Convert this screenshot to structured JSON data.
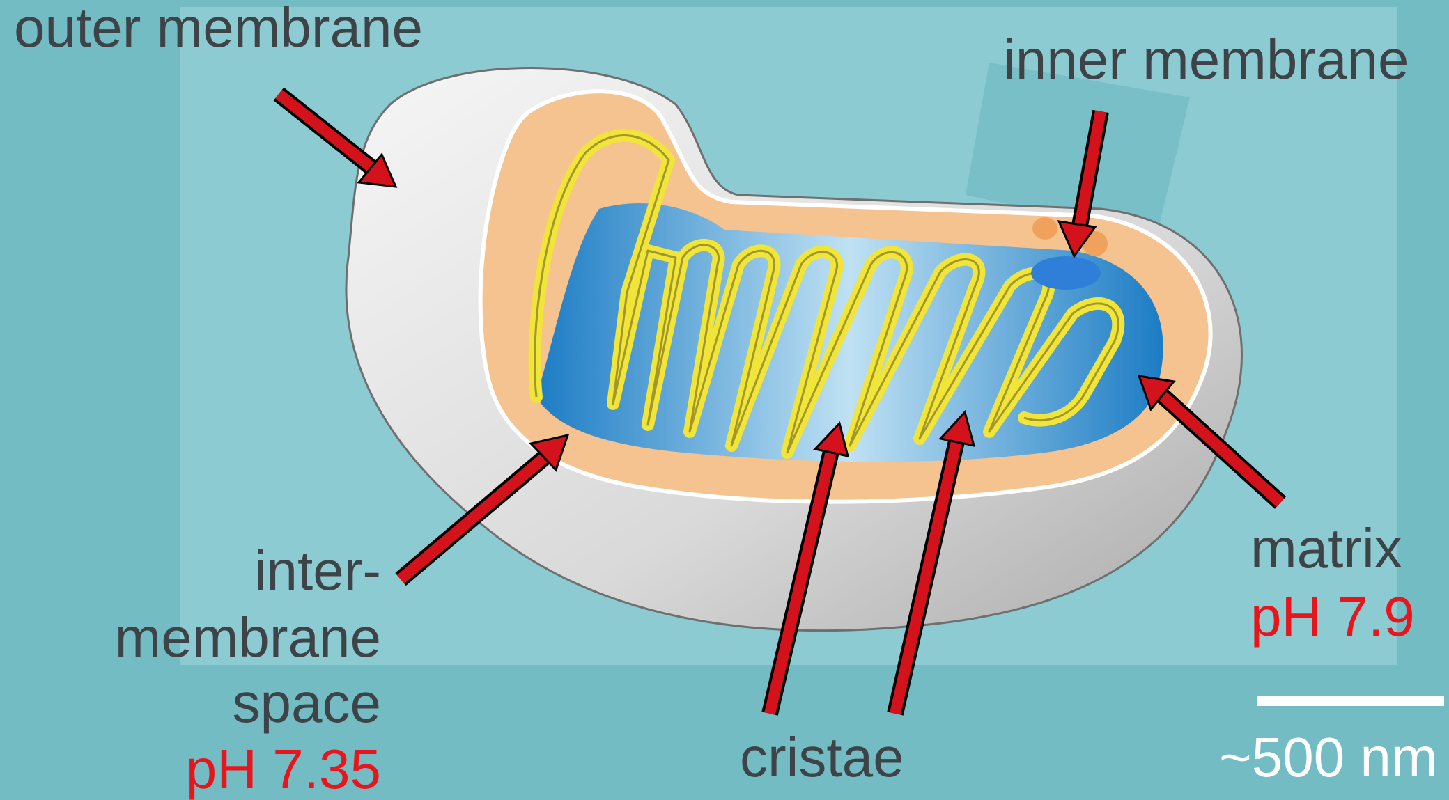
{
  "labels": {
    "outer_membrane": "outer membrane",
    "inner_membrane": "inner membrane",
    "intermembrane_line1": "inter-",
    "intermembrane_line2": "membrane",
    "intermembrane_line3": "space",
    "intermembrane_ph": "pH 7.35",
    "matrix": "matrix",
    "matrix_ph": "pH 7.9",
    "cristae": "cristae"
  },
  "scale_bar": {
    "label": "~500 nm"
  },
  "colors": {
    "background": "#74bcc4",
    "panel": "#8ccbd1",
    "text": "#3d4347",
    "ph_text": "#e8161c",
    "arrow_fill": "#d3121b",
    "outer_shell": "#dcdcdc",
    "intermembrane": "#f4c38f",
    "inner_membrane": "#f2e53a",
    "matrix": "#2e8fcf"
  }
}
